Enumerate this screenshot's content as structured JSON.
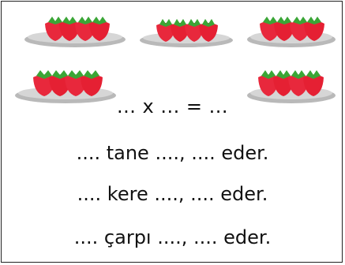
{
  "worksheet": {
    "equation": "... x ... = ...",
    "sentences": [
      ".... tane ...., .... eder.",
      ".... kere ...., .... eder.",
      ".... çarpı ...., .... eder."
    ]
  },
  "plates": [
    {
      "strawberries": 4
    },
    {
      "strawberries": 4
    },
    {
      "strawberries": 4
    },
    {
      "strawberries": 4
    },
    {
      "strawberries": 4
    }
  ],
  "colors": {
    "strawberry": "#e8283c",
    "leaf": "#3aa636",
    "plate": "#c8c8c8",
    "text": "#111111"
  }
}
